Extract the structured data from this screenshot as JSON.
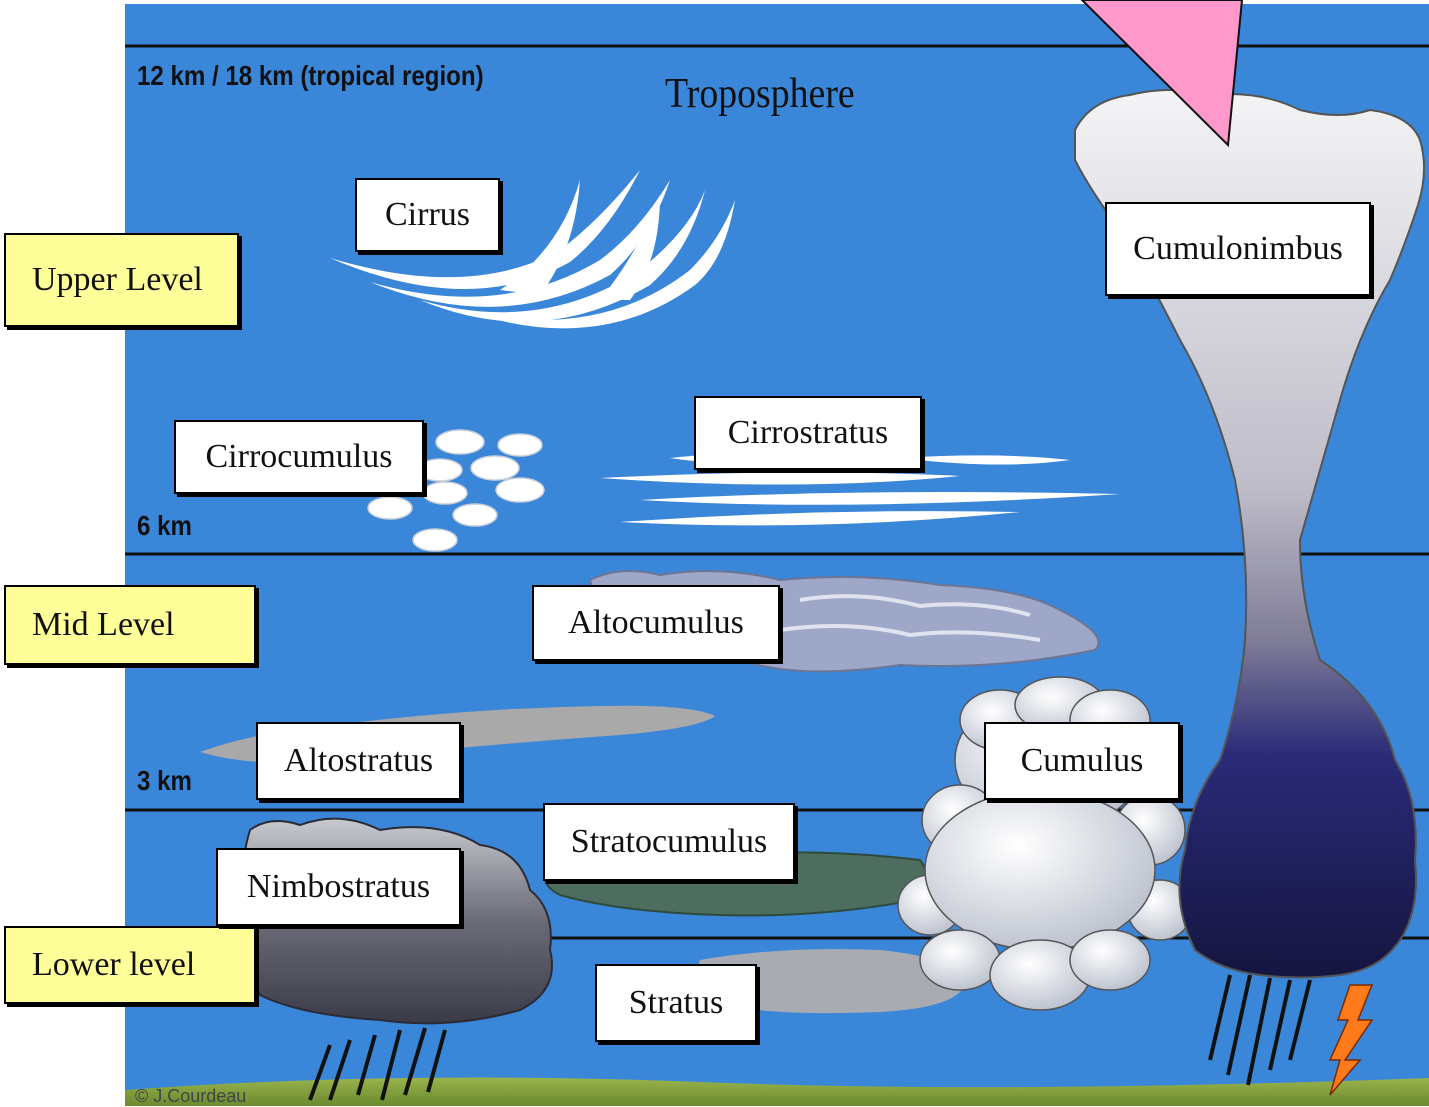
{
  "title": "Troposphere",
  "altitudes": {
    "top": "12 km / 18 km (tropical region)",
    "mid": "6 km",
    "low": "3 km"
  },
  "levels": {
    "upper": "Upper Level",
    "mid": "Mid Level",
    "lower": "Lower level"
  },
  "clouds": {
    "cirrus": "Cirrus",
    "cirrocumulus": "Cirrocumulus",
    "cirrostratus": "Cirrostratus",
    "altocumulus": "Altocumulus",
    "altostratus": "Altostratus",
    "cumulus": "Cumulus",
    "stratocumulus": "Stratocumulus",
    "nimbostratus": "Nimbostratus",
    "stratus": "Stratus",
    "cumulonimbus": "Cumulonimbus"
  },
  "credit": "© J.Courdeau",
  "colors": {
    "sky": "#3a86d8",
    "level_box": "#ffff99",
    "pointer": "#ff99cc",
    "ground": "#7a9a3a"
  }
}
